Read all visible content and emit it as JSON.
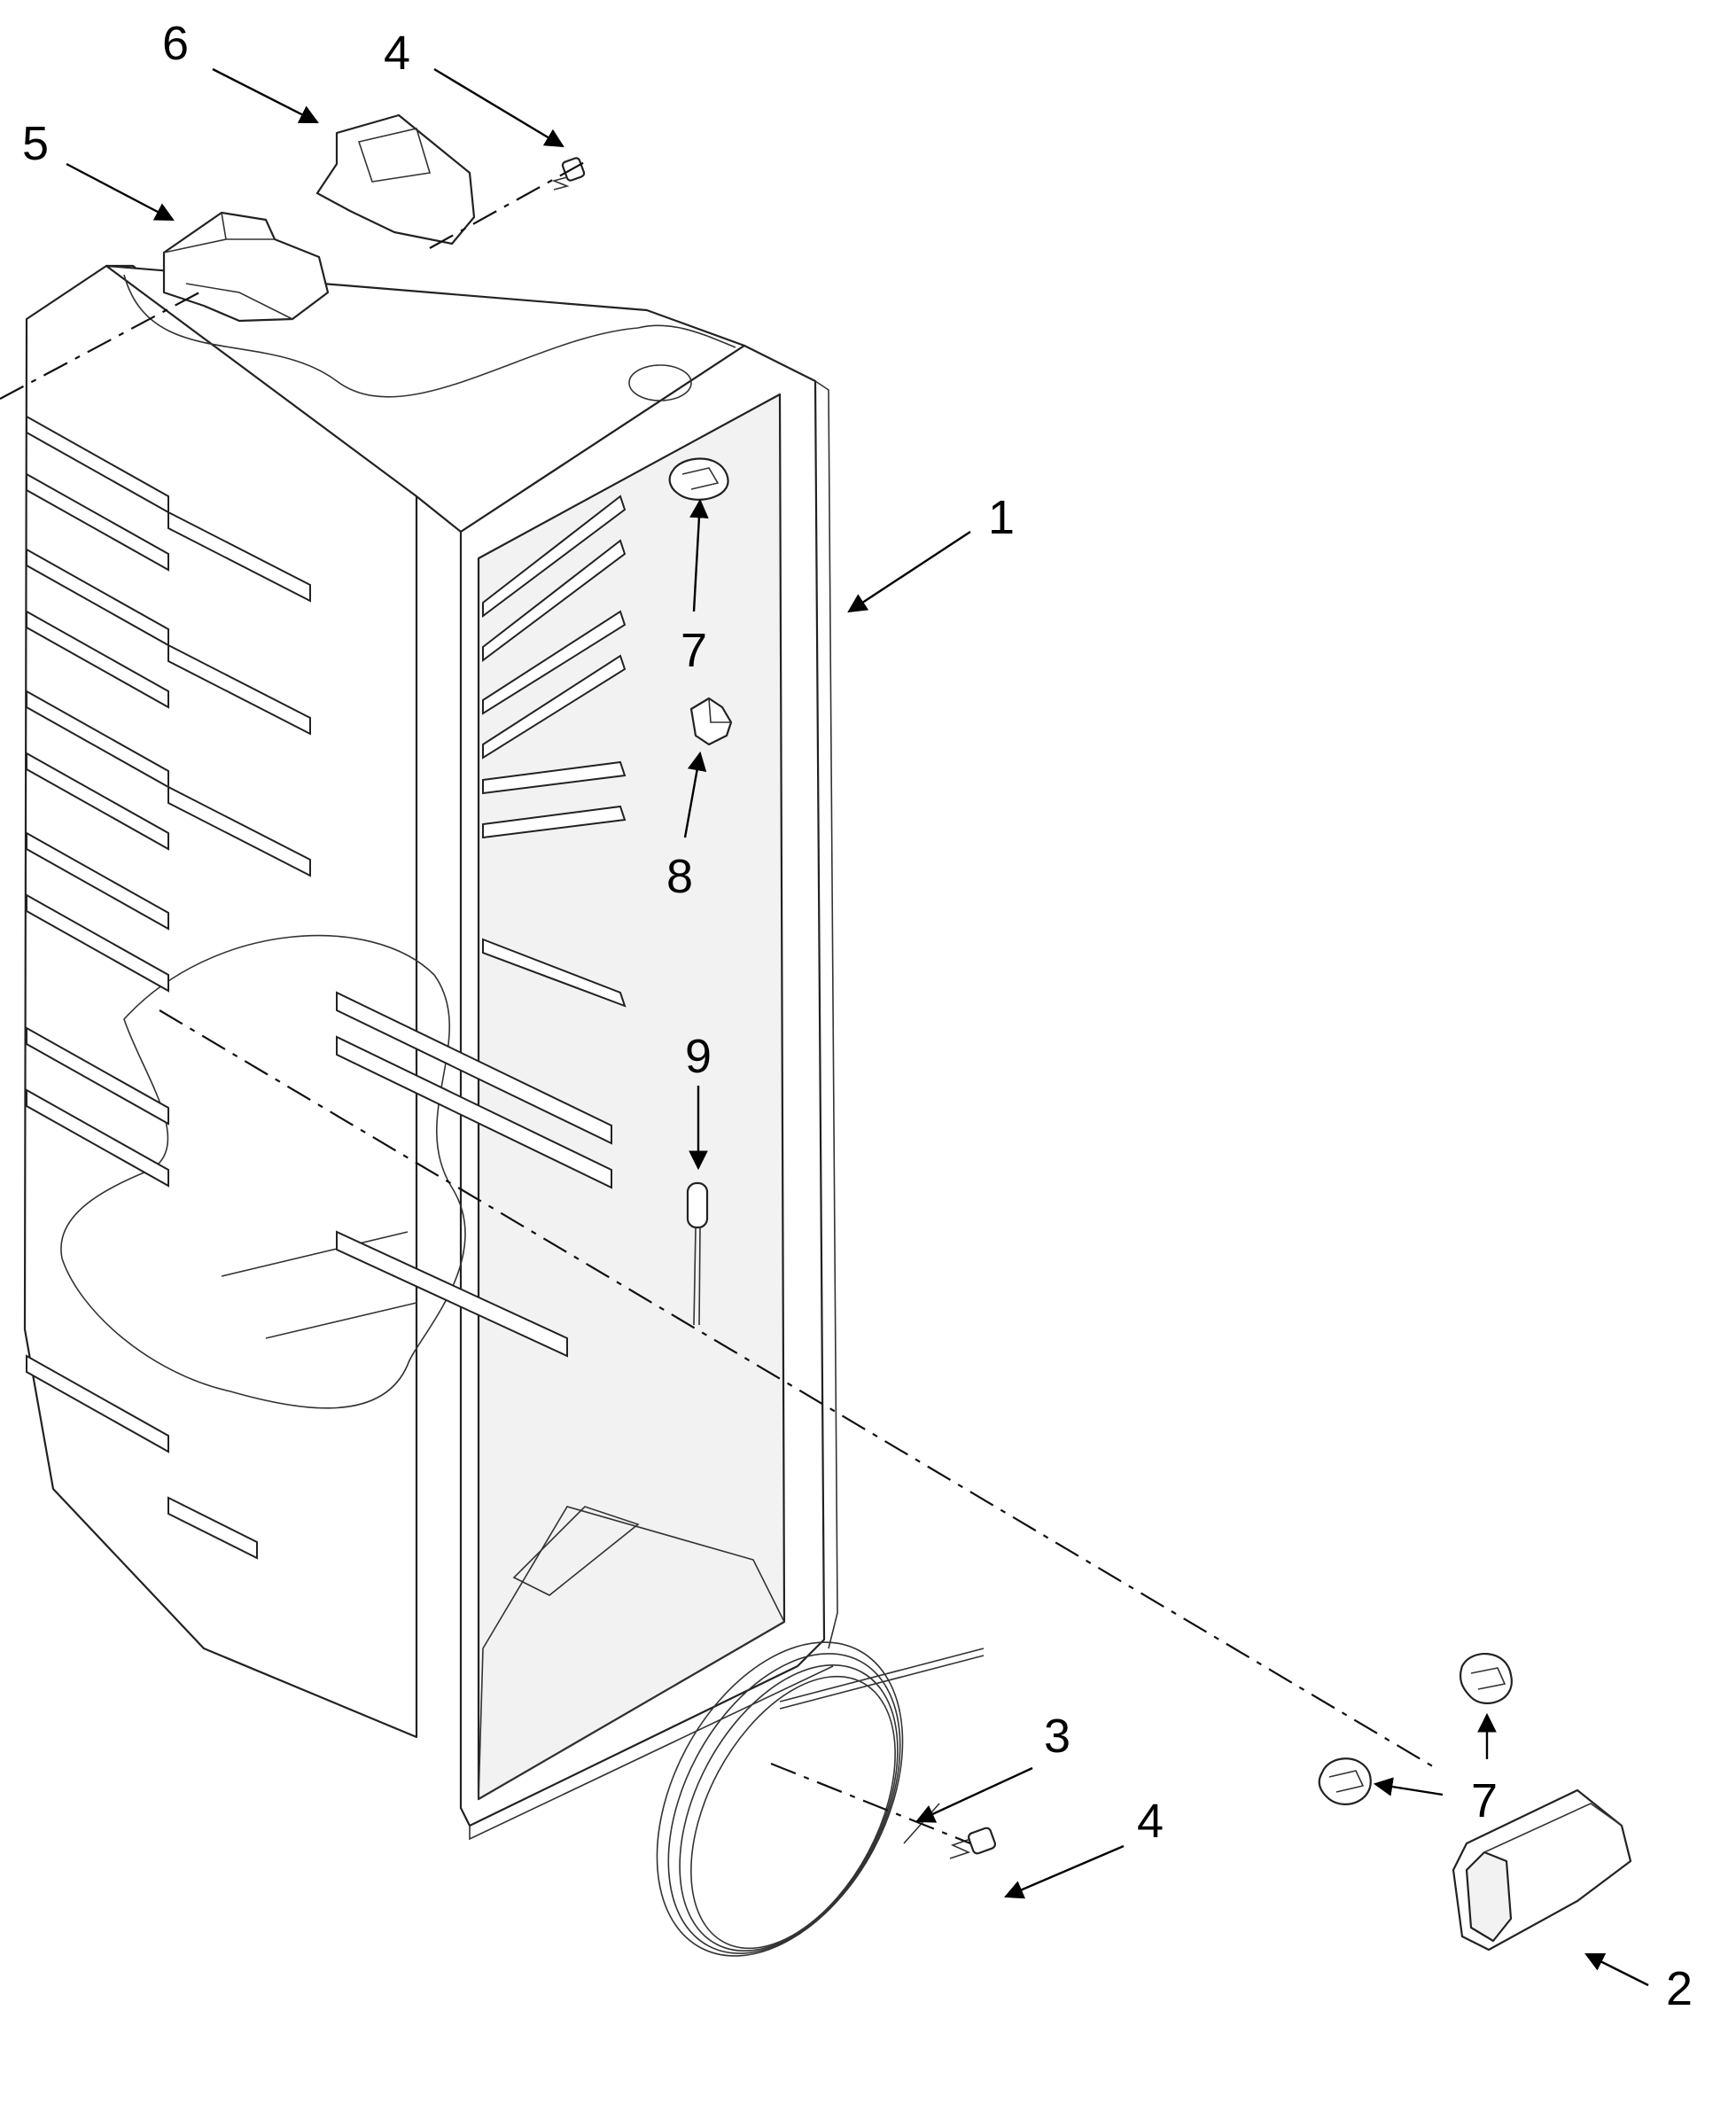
{
  "callouts": [
    "1",
    "2",
    "3",
    "4",
    "4",
    "5",
    "6",
    "7",
    "7",
    "8",
    "9"
  ],
  "colors": {
    "line": "#222222",
    "background": "#ffffff"
  }
}
